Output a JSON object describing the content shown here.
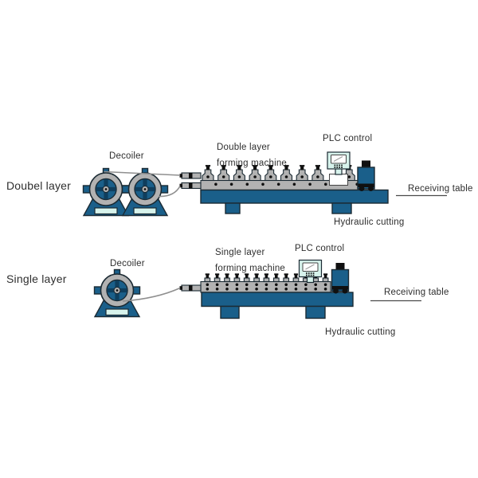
{
  "sections": {
    "double": {
      "side_label": "Doubel layer",
      "decoiler_label": "Decoiler",
      "machine_label_line1": "Double layer",
      "machine_label_line2": "forming machine",
      "plc_label": "PLC control",
      "receiving_table_label": "Receiving table",
      "hydraulic_cutting_label": "Hydraulic cutting"
    },
    "single": {
      "side_label": "Single layer",
      "decoiler_label": "Decoiler",
      "machine_label_line1": "Single layer",
      "machine_label_line2": "forming machine",
      "plc_label": "PLC control",
      "receiving_table_label": "Receiving table",
      "hydraulic_cutting_label": "Hydraulic cutting"
    }
  },
  "colors": {
    "machine_blue": "#1a5f8a",
    "spoke_navy": "#0f3e5d",
    "steel_gray": "#b2b2b2",
    "panel_teal": "#d7f3ec",
    "outline_dark": "#1b2a33",
    "detail_black": "#101010",
    "strip_gray": "#8f8f8f",
    "table_line_gray": "#4a4a4a",
    "text_dark": "#2e2e2e",
    "background": "#ffffff"
  }
}
